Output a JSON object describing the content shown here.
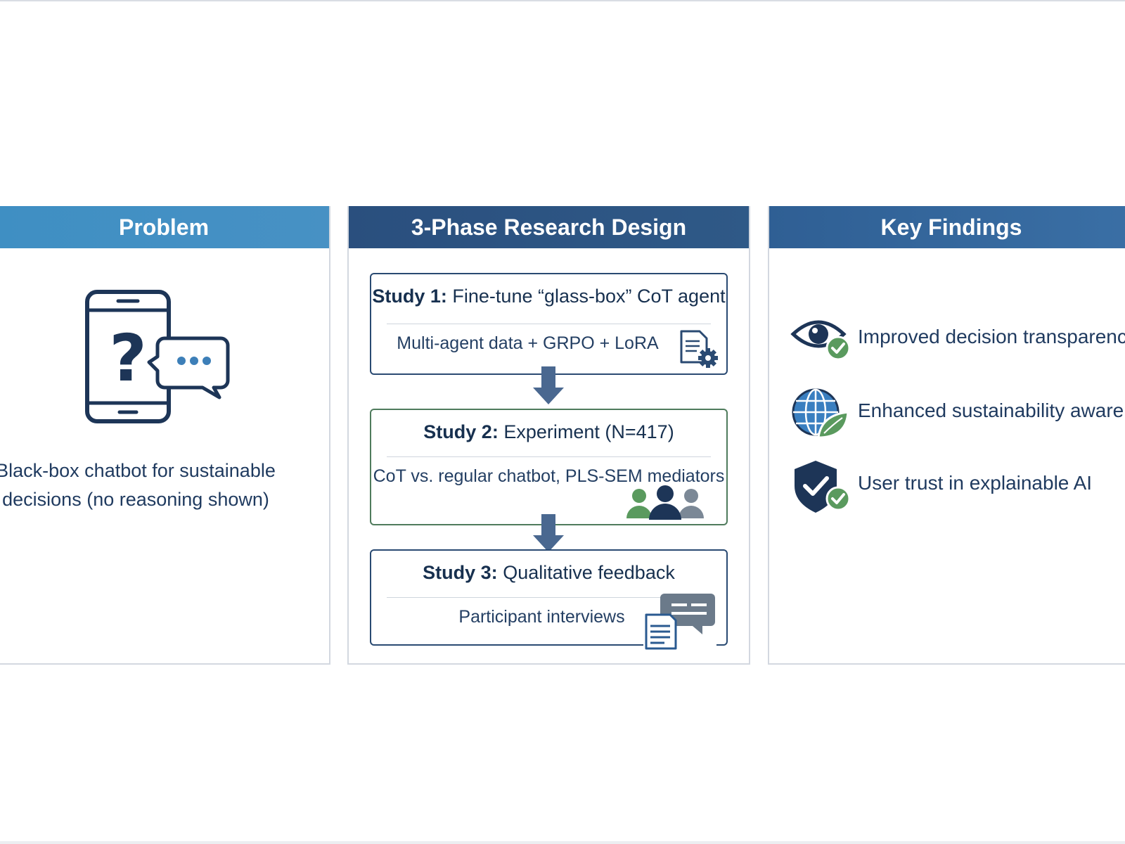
{
  "problem": {
    "title": "Problem",
    "text_line1": "Black-box chatbot for sustainable",
    "text_line2": "decisions (no reasoning shown)",
    "icon": "phone-question-chat-icon"
  },
  "design": {
    "title": "3-Phase Research Design",
    "studies": [
      {
        "label": "Study 1:",
        "title": "Fine-tune “glass-box” CoT agent",
        "detail": "Multi-agent data + GRPO + LoRA",
        "icon": "document-gear-icon"
      },
      {
        "label": "Study 2:",
        "title": "Experiment (N=417)",
        "detail": "CoT vs. regular chatbot, PLS-SEM mediators",
        "icon": "people-group-icon"
      },
      {
        "label": "Study 3:",
        "title": "Qualitative feedback",
        "detail": "Participant interviews",
        "icon": "document-chat-icon"
      }
    ]
  },
  "findings": {
    "title": "Key Findings",
    "items": [
      {
        "text": "Improved decision transparency",
        "icon": "eye-check-icon"
      },
      {
        "text": "Enhanced sustainability awareness",
        "icon": "globe-leaf-icon"
      },
      {
        "text": "User trust in explainable AI",
        "icon": "shield-check-icon"
      }
    ]
  },
  "colors": {
    "problem_header": "#4791c4",
    "design_header": "#2f5987",
    "findings_header": "#3a6fa5",
    "navy": "#1d3557",
    "green": "#5a9a5e"
  }
}
